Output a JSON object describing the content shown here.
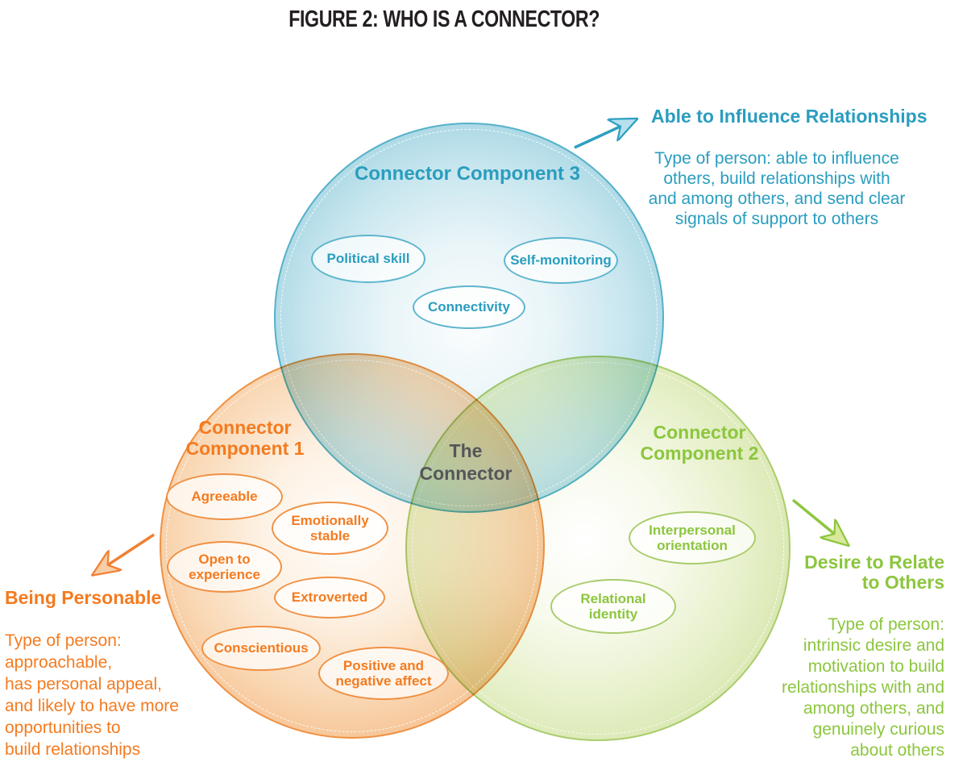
{
  "figure": {
    "title": "FIGURE 2: WHO IS A CONNECTOR?"
  },
  "palette": {
    "blue": "#2a9dbf",
    "orange": "#f47b20",
    "green": "#8cc63e",
    "title_text": "#231f20",
    "center_text": "#55565a"
  },
  "center_label": {
    "line1": "The",
    "line2": "Connector"
  },
  "circles": {
    "blue": {
      "title": "Connector Component 3",
      "traits": [
        "Political skill",
        "Self-monitoring",
        "Connectivity"
      ]
    },
    "orange": {
      "title_line1": "Connector",
      "title_line2": "Component 1",
      "traits": [
        "Agreeable",
        "Emotionally stable",
        "Open to experience",
        "Extroverted",
        "Conscientious",
        "Positive and negative affect"
      ]
    },
    "green": {
      "title_line1": "Connector",
      "title_line2": "Component 2",
      "traits": [
        "Interpersonal orientation",
        "Relational identity"
      ]
    }
  },
  "annotations": {
    "blue": {
      "heading": "Able to Influence Relationships",
      "body_lines": [
        "Type of person: able to influence",
        "others, build relationships with",
        "and among others, and send clear",
        "signals of support to others"
      ]
    },
    "orange": {
      "heading": "Being Personable",
      "body_lines": [
        "Type of person:",
        "approachable,",
        "has personal appeal,",
        "and likely to have more",
        "opportunities to",
        "build relationships"
      ]
    },
    "green": {
      "heading_line1": "Desire to Relate",
      "heading_line2": "to Others",
      "body_lines": [
        "Type of person:",
        "intrinsic desire and",
        "motivation to build",
        "relationships with and",
        "among others, and",
        "genuinely curious",
        "about others"
      ]
    }
  }
}
